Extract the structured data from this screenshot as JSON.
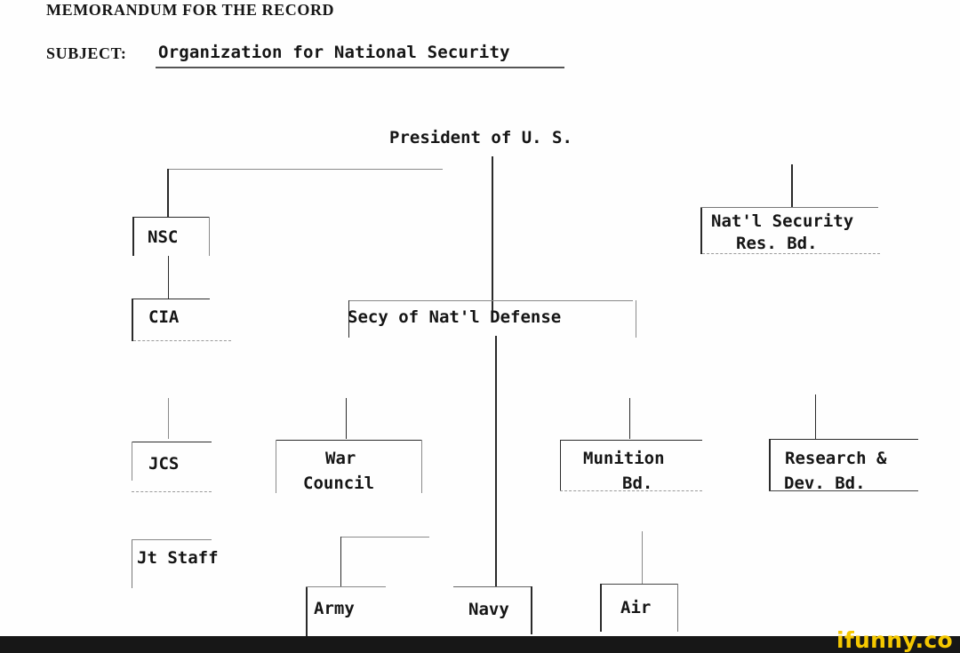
{
  "memo": {
    "heading": "MEMORANDUM FOR THE RECORD",
    "subject_label": "SUBJECT:",
    "subject_value": "Organization for National Security"
  },
  "chart": {
    "top": "President of U. S.",
    "nsc": "NSC",
    "nsrb_line1": "Nat'l Security",
    "nsrb_line2": "Res. Bd.",
    "cia": "CIA",
    "secdef": "Secy of Nat'l Defense",
    "jcs": "JCS",
    "war_line1": "War",
    "war_line2": "Council",
    "munition_line1": "Munition",
    "munition_line2": "Bd.",
    "rd_line1": "Research &",
    "rd_line2": "Dev. Bd.",
    "jt_staff": "Jt Staff",
    "army": "Army",
    "navy": "Navy",
    "air": "Air"
  },
  "watermark": {
    "label": "ifunny.co",
    "color": "#f5c800"
  }
}
